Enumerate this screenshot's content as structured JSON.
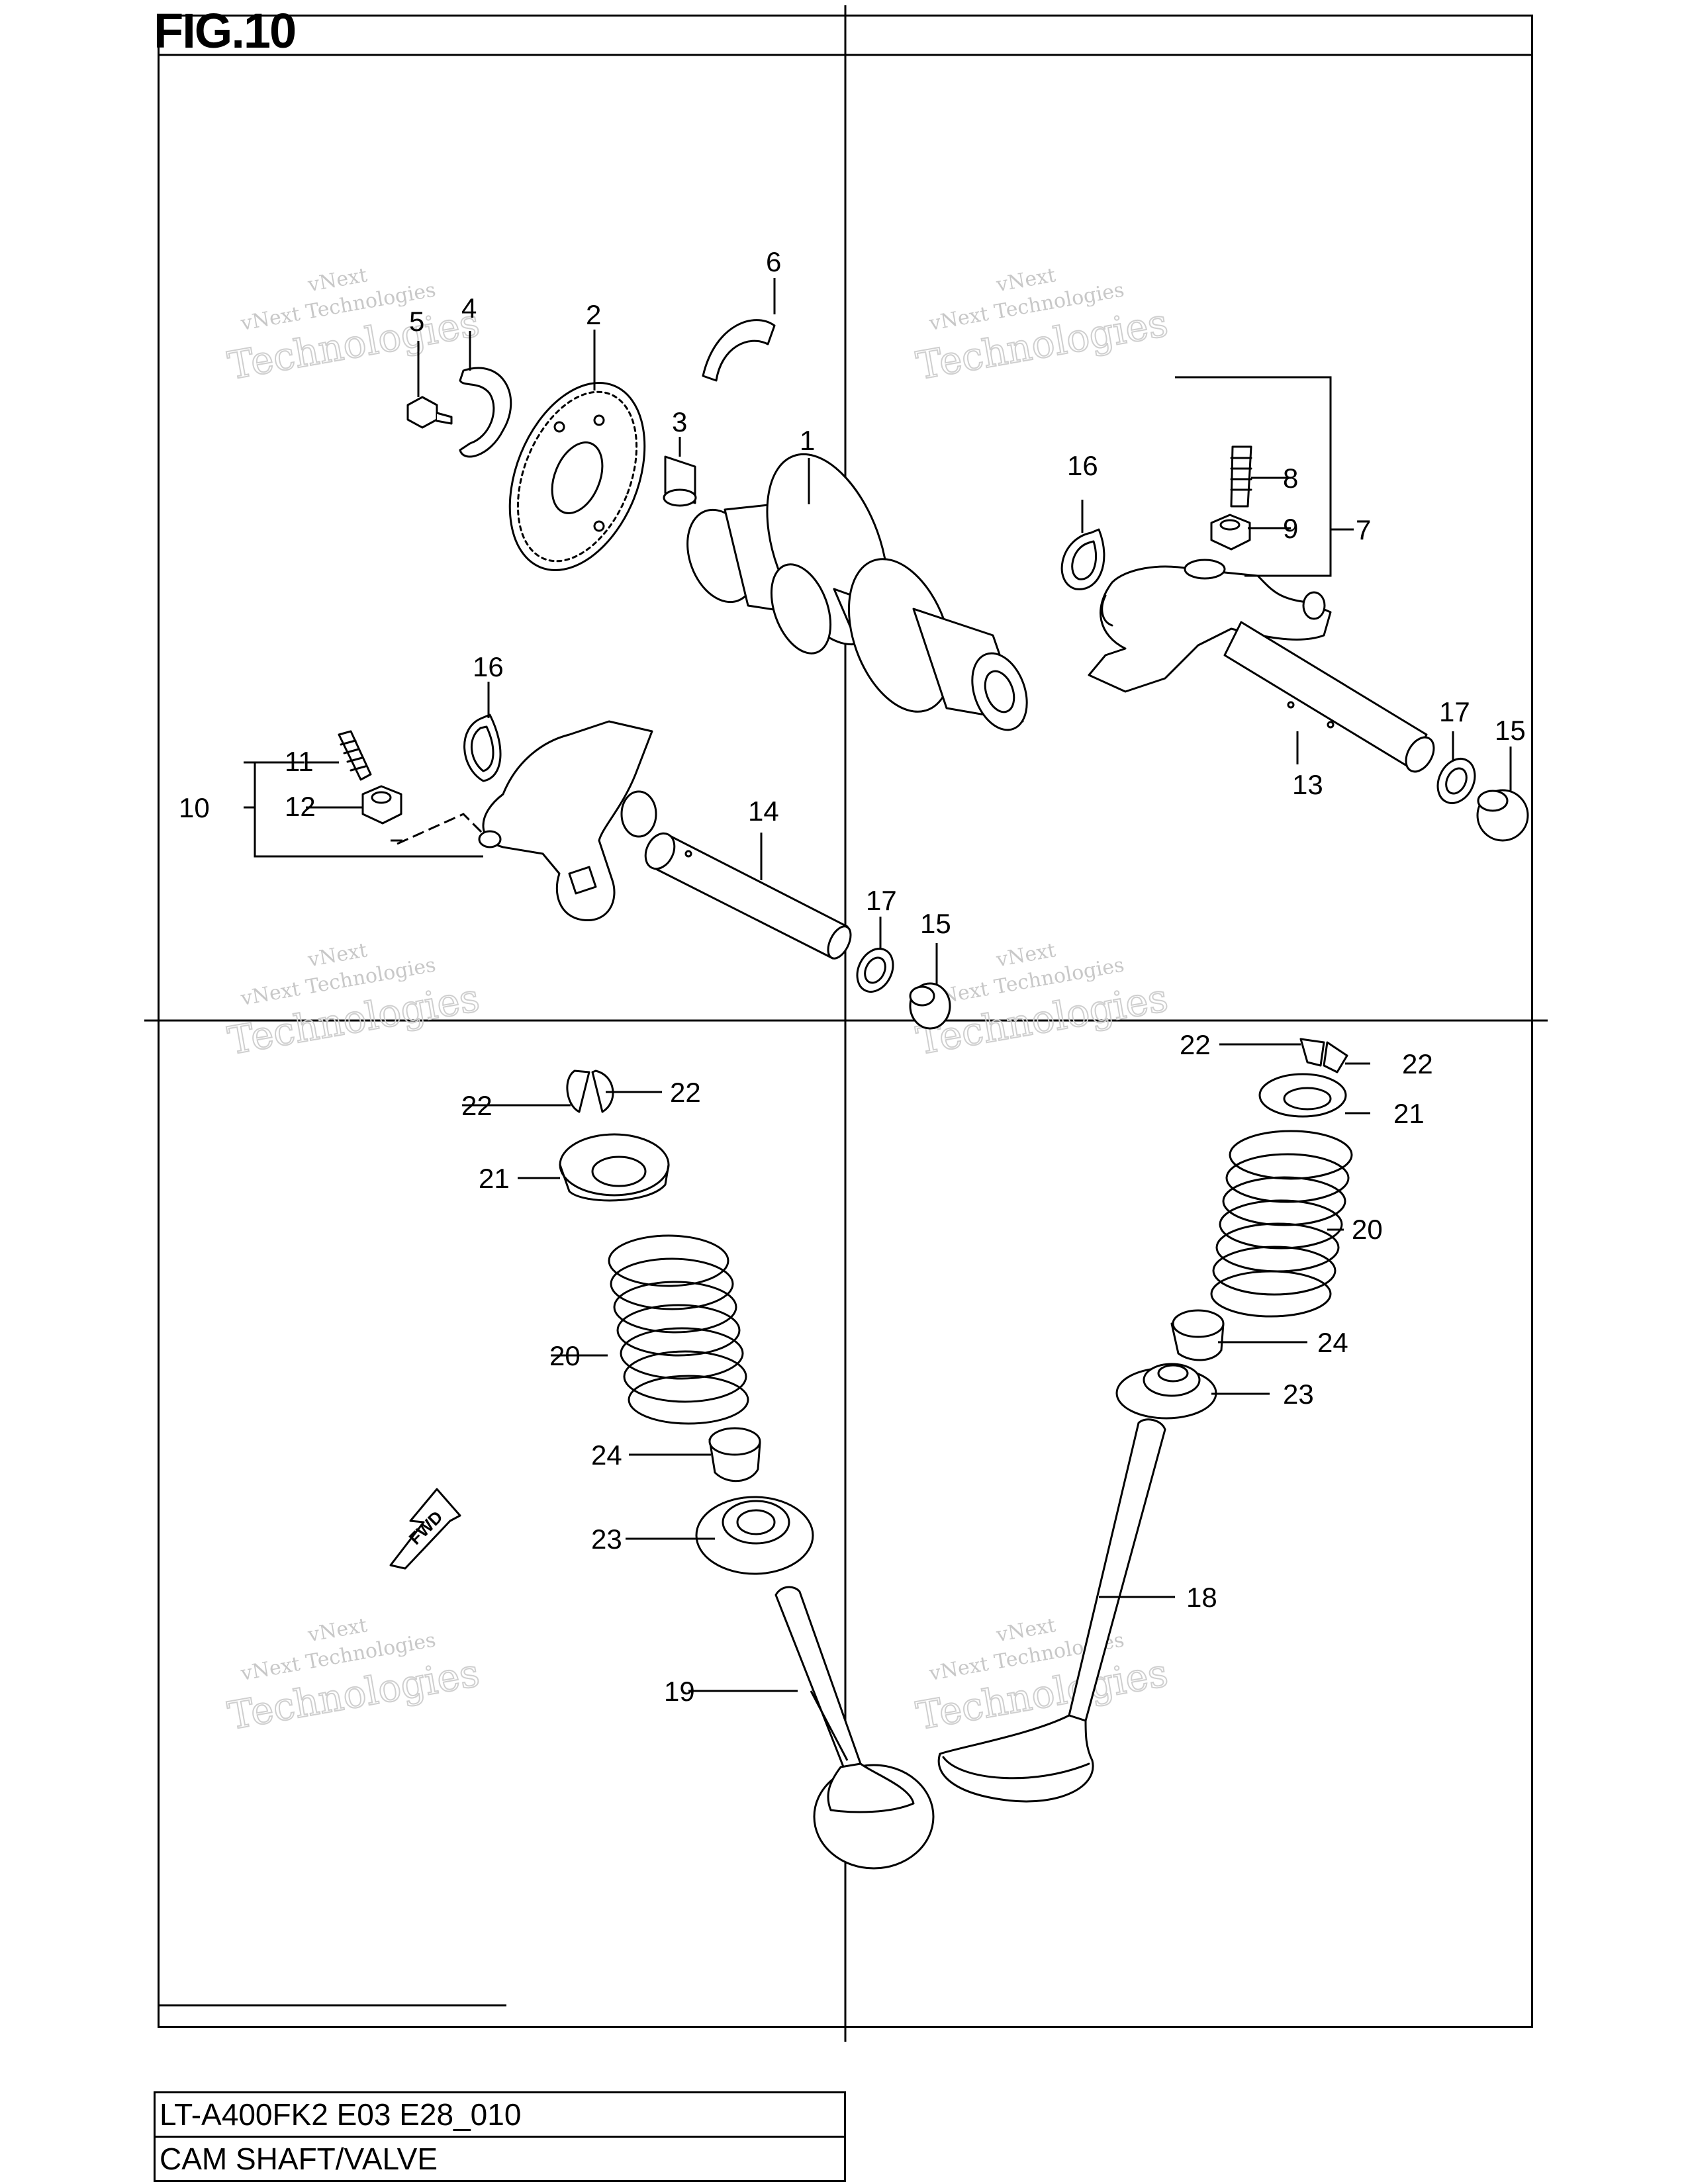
{
  "figure": {
    "title": "FIG.10"
  },
  "callouts": [
    "1",
    "2",
    "3",
    "4",
    "5",
    "6",
    "7",
    "8",
    "9",
    "10",
    "11",
    "12",
    "13",
    "14",
    "15",
    "16",
    "17",
    "18",
    "19",
    "20",
    "21",
    "22",
    "23",
    "24"
  ],
  "labels": {
    "fwd": "FWD"
  },
  "watermark": {
    "line1": "vNext",
    "line2": "vNext Technologies",
    "line3": "Technologies"
  },
  "info": {
    "model": "LT-A400FK2 E03 E28_010",
    "name": "CAM SHAFT/VALVE"
  }
}
